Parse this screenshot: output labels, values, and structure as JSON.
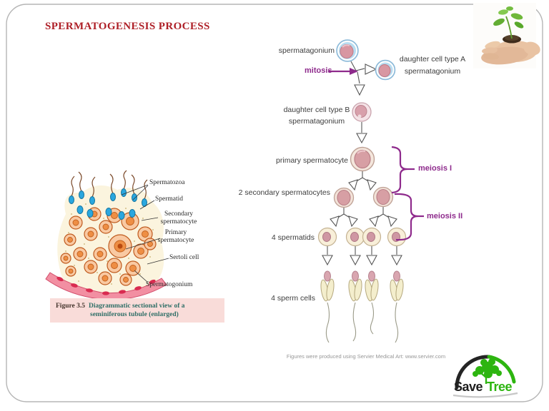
{
  "slide": {
    "title": "SPERMATOGENESIS PROCESS",
    "title_color": "#ae1f27"
  },
  "flowchart": {
    "accent_color": "#8e2a8c",
    "labels": {
      "spermatagonium": "spermatagonium",
      "mitosis": "mitosis",
      "daughter_a_line1": "daughter cell type A",
      "daughter_a_line2": "spermatagonium",
      "daughter_b_line1": "daughter cell type B",
      "daughter_b_line2": "spermatagonium",
      "primary": "primary spermatocyte",
      "meiosis1": "meiosis I",
      "secondary": "2 secondary spermatocytes",
      "meiosis2": "meiosis II",
      "spermatids": "4 spermatids",
      "sperm_cells": "4 sperm cells"
    },
    "credit": "Figures were produced using Servier Medical Art: www.servier.com"
  },
  "figure": {
    "labels": {
      "spermatozoa": "Spermatozoa",
      "spermatid": "Spermatid",
      "secondary_l1": "Secondary",
      "secondary_l2": "spermatocyte",
      "primary_l1": "Primary",
      "primary_l2": "spermatocyte",
      "sertoli": "Sertoli cell",
      "spermatogonium": "Spermatogonium"
    },
    "caption": {
      "fig": "Figure 3.5",
      "line1": "Diagrammatic sectional view of a",
      "line2": "seminiferous tubule (enlarged)"
    }
  },
  "logo": {
    "save": "Save",
    "tree": "Tree",
    "green": "#2db510"
  }
}
